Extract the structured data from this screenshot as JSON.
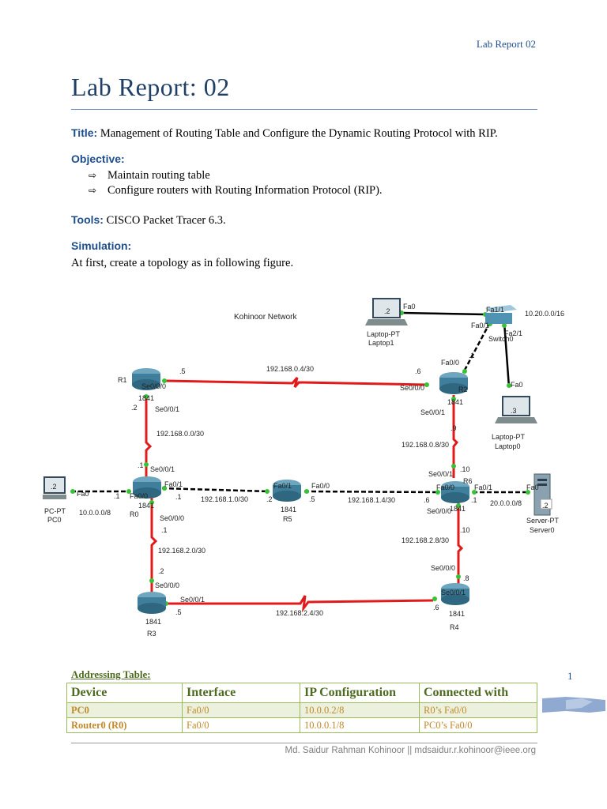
{
  "header": {
    "right_text": "Lab Report 02"
  },
  "title": "Lab Report: 02",
  "title_para": {
    "label": "Title:",
    "text": " Management of Routing Table and Configure the Dynamic Routing Protocol with RIP."
  },
  "objective": {
    "label": "Objective:",
    "items": [
      "Maintain routing table",
      "Configure routers with Routing Information Protocol (RIP)."
    ]
  },
  "tools": {
    "label": "Tools:",
    "text": " CISCO Packet Tracer 6.3."
  },
  "simulation": {
    "label": "Simulation:",
    "text": "At first, create a topology as in following figure."
  },
  "topology": {
    "network_name": "Kohinoor Network",
    "colors": {
      "serial_link": "#e11b1b",
      "ethernet_link": "#000000",
      "router": "#3f7f9c",
      "link_up": "#35c435"
    },
    "devices": {
      "r1": {
        "name": "R1",
        "model": "1841"
      },
      "r2": {
        "name": "R2",
        "model": "1841"
      },
      "r0": {
        "name": "R0",
        "model": "1841"
      },
      "r5": {
        "name": "R5",
        "model": "1841"
      },
      "r6": {
        "name": "R6",
        "model": "1841"
      },
      "r3": {
        "name": "R3",
        "model": "1841"
      },
      "r4": {
        "name": "R4",
        "model": "1841"
      },
      "pc0": {
        "type": "PC-PT",
        "name": "PC0"
      },
      "laptop1": {
        "type": "Laptop-PT",
        "name": "Laptop1"
      },
      "laptop0": {
        "type": "Laptop-PT",
        "name": "Laptop0"
      },
      "switch0": {
        "name": "Switch0"
      },
      "server0": {
        "type": "Server-PT",
        "name": "Server0"
      }
    },
    "labels": {
      "r1_host": ".5",
      "r1_se000": "Se0/0/0",
      "r1_host_down": ".2",
      "r1_se001": "Se0/0/1",
      "net_r1_r2": "192.168.0.4/30",
      "r2_host": ".6",
      "r2_se000": "Se0/0/0",
      "r2_fa00": "Fa0/0",
      "r2_fa_host": ".1",
      "r2_se001": "Se0/0/1",
      "r2_host_down": ".9",
      "net_r1_r0": "192.168.0.0/30",
      "r0_host_up": ".1",
      "r0_se001": "Se0/0/1",
      "net_r2_r6": "192.168.0.8/30",
      "r6_host_up": ".10",
      "r6_se001": "Se0/0/1",
      "laptop1_ip": ".2",
      "laptop1_fa0": "Fa0",
      "switch_fa11": "Fa1/1",
      "switch_fa01": "Fa0/1",
      "switch_fa21": "Fa2/1",
      "net_switch": "10.20.0.0/16",
      "laptop0_fa0": "Fa0",
      "laptop0_ip": ".3",
      "pc0_ip": ".2",
      "pc0_fa0": "Fa0",
      "net_pc0": "10.0.0.0/8",
      "r0_fa_host": ".1",
      "r0_fa00": "Fa0/0",
      "r0_fa01": "Fa0/1",
      "r0_fa01_host": ".1",
      "net_r0_r5": "192.168.1.0/30",
      "r5_host_l": ".2",
      "r5_fa01": "Fa0/1",
      "r5_fa00": "Fa0/0",
      "r5_host_r": ".5",
      "net_r5_r6": "192.168.1.4/30",
      "r6_host_l": ".6",
      "r6_fa00": "Fa0/0",
      "r6_fa01": "Fa0/1",
      "r6_fa_host": ".1",
      "net_server": "20.0.0.0/8",
      "server_fa0": "Fa0",
      "server_ip": ".2",
      "r0_se000": "Se0/0/0",
      "r0_host_down": ".1",
      "net_r0_r3": "192.168.2.0/30",
      "r3_host_up": ".2",
      "r3_se000": "Se0/0/0",
      "r3_se001": "Se0/0/1",
      "r3_host": ".5",
      "net_r3_r4": "192.168.2.4/30",
      "r4_host_l": ".6",
      "r4_se001": "Se0/0/1",
      "r4_se000": "Se0/0/0",
      "r4_host_up": ".8",
      "net_r6_r4": "192.168.2.8/30",
      "r6_se000": "Se0/0/0",
      "r6_host_down": ".10"
    }
  },
  "page_number": "1",
  "addressing": {
    "title": "Addressing Table:",
    "headers": [
      "Device",
      "Interface",
      "IP Configuration",
      "Connected with"
    ],
    "rows": [
      [
        "PC0",
        "Fa0/0",
        "10.0.0.2/8",
        "R0’s Fa0/0"
      ],
      [
        "Router0 (R0)",
        "Fa0/0",
        "10.0.0.1/8",
        "PC0’s Fa0/0"
      ]
    ]
  },
  "footer": "Md. Saidur Rahman Kohinoor || mdsaidur.r.kohinoor@ieee.org"
}
